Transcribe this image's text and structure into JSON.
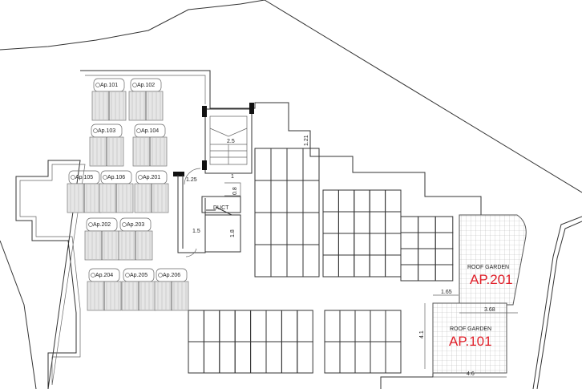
{
  "units": [
    "Ap.101",
    "Ap.102",
    "Ap.103",
    "Ap.104",
    "Ap.105",
    "Ap.106",
    "Ap.201",
    "Ap.202",
    "Ap.203",
    "Ap.204",
    "Ap.205",
    "Ap.206"
  ],
  "stair": {
    "duct_label": "DUCT",
    "dims": [
      "2.5",
      "1.25",
      "1",
      "0.8",
      "1.5",
      "1.8",
      "1.21"
    ]
  },
  "gardens": [
    {
      "caption": "ROOF GARDEN",
      "name": "AP.201"
    },
    {
      "caption": "ROOF GARDEN",
      "name": "AP.101"
    }
  ],
  "garden_dims": [
    "1.65",
    "3.68",
    "4.1",
    "4.6"
  ]
}
